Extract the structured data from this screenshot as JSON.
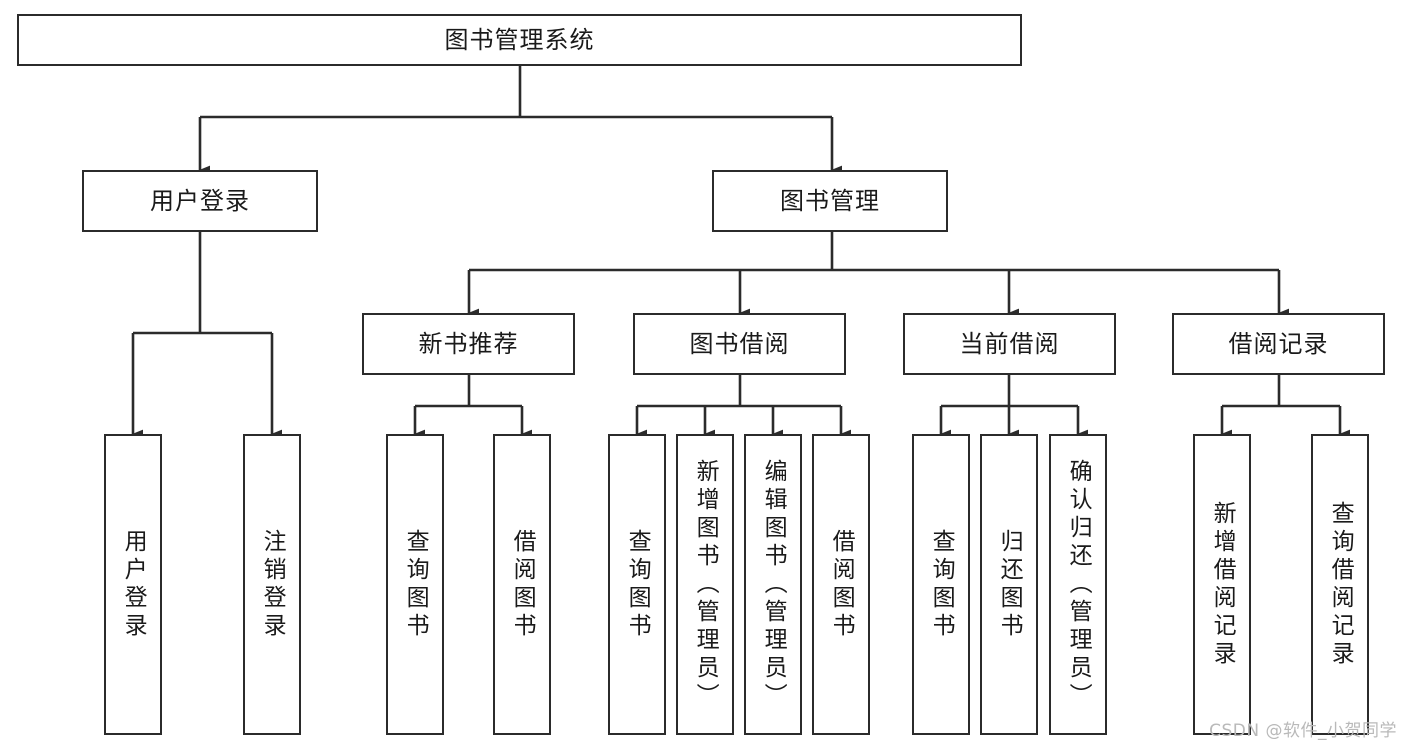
{
  "diagram": {
    "title": "图书管理系统",
    "type": "tree-structure-chart",
    "colors": {
      "box_border": "#2b2b2b",
      "box_fill": "#ffffff",
      "edge": "#2b2b2b",
      "text": "#1a1a1a",
      "watermark": "#b9b9b9",
      "canvas": "#ffffff"
    },
    "nodes": {
      "root": {
        "id": "root",
        "label": "图书管理系统",
        "level": 0,
        "orientation": "horizontal"
      },
      "user_login": {
        "id": "user_login",
        "label": "用户登录",
        "level": 1,
        "orientation": "horizontal"
      },
      "book_manage": {
        "id": "book_manage",
        "label": "图书管理",
        "level": 1,
        "orientation": "horizontal"
      },
      "new_book_rec": {
        "id": "new_book_rec",
        "label": "新书推荐",
        "level": 2,
        "orientation": "horizontal"
      },
      "book_borrow": {
        "id": "book_borrow",
        "label": "图书借阅",
        "level": 2,
        "orientation": "horizontal"
      },
      "current_borrow": {
        "id": "current_borrow",
        "label": "当前借阅",
        "level": 2,
        "orientation": "horizontal"
      },
      "borrow_record": {
        "id": "borrow_record",
        "label": "借阅记录",
        "level": 2,
        "orientation": "horizontal"
      },
      "leaf_user_login": {
        "id": "leaf_user_login",
        "label": "用户登录",
        "level": 2,
        "orientation": "vertical"
      },
      "leaf_logout": {
        "id": "leaf_logout",
        "label": "注销登录",
        "level": 2,
        "orientation": "vertical"
      },
      "leaf_query_book_1": {
        "id": "leaf_query_book_1",
        "label": "查询图书",
        "level": 3,
        "orientation": "vertical"
      },
      "leaf_borrow_book_1": {
        "id": "leaf_borrow_book_1",
        "label": "借阅图书",
        "level": 3,
        "orientation": "vertical"
      },
      "leaf_query_book_2": {
        "id": "leaf_query_book_2",
        "label": "查询图书",
        "level": 3,
        "orientation": "vertical"
      },
      "leaf_add_book": {
        "id": "leaf_add_book",
        "label": "新增图书（管理员）",
        "level": 3,
        "orientation": "vertical"
      },
      "leaf_edit_book": {
        "id": "leaf_edit_book",
        "label": "编辑图书（管理员）",
        "level": 3,
        "orientation": "vertical"
      },
      "leaf_borrow_book_2": {
        "id": "leaf_borrow_book_2",
        "label": "借阅图书",
        "level": 3,
        "orientation": "vertical"
      },
      "leaf_query_book_3": {
        "id": "leaf_query_book_3",
        "label": "查询图书",
        "level": 3,
        "orientation": "vertical"
      },
      "leaf_return_book": {
        "id": "leaf_return_book",
        "label": "归还图书",
        "level": 3,
        "orientation": "vertical"
      },
      "leaf_confirm_return": {
        "id": "leaf_confirm_return",
        "label": "确认归还（管理员）",
        "level": 3,
        "orientation": "vertical"
      },
      "leaf_add_record": {
        "id": "leaf_add_record",
        "label": "新增借阅记录",
        "level": 3,
        "orientation": "vertical"
      },
      "leaf_query_record": {
        "id": "leaf_query_record",
        "label": "查询借阅记录",
        "level": 3,
        "orientation": "vertical"
      }
    },
    "edges": [
      {
        "from": "root",
        "to": "user_login"
      },
      {
        "from": "root",
        "to": "book_manage"
      },
      {
        "from": "user_login",
        "to": "leaf_user_login"
      },
      {
        "from": "user_login",
        "to": "leaf_logout"
      },
      {
        "from": "book_manage",
        "to": "new_book_rec"
      },
      {
        "from": "book_manage",
        "to": "book_borrow"
      },
      {
        "from": "book_manage",
        "to": "current_borrow"
      },
      {
        "from": "book_manage",
        "to": "borrow_record"
      },
      {
        "from": "new_book_rec",
        "to": "leaf_query_book_1"
      },
      {
        "from": "new_book_rec",
        "to": "leaf_borrow_book_1"
      },
      {
        "from": "book_borrow",
        "to": "leaf_query_book_2"
      },
      {
        "from": "book_borrow",
        "to": "leaf_add_book"
      },
      {
        "from": "book_borrow",
        "to": "leaf_edit_book"
      },
      {
        "from": "book_borrow",
        "to": "leaf_borrow_book_2"
      },
      {
        "from": "current_borrow",
        "to": "leaf_query_book_3"
      },
      {
        "from": "current_borrow",
        "to": "leaf_return_book"
      },
      {
        "from": "current_borrow",
        "to": "leaf_confirm_return"
      },
      {
        "from": "borrow_record",
        "to": "leaf_add_record"
      },
      {
        "from": "borrow_record",
        "to": "leaf_query_record"
      }
    ]
  },
  "watermark": {
    "text": "CSDN @软件_小贺同学"
  }
}
